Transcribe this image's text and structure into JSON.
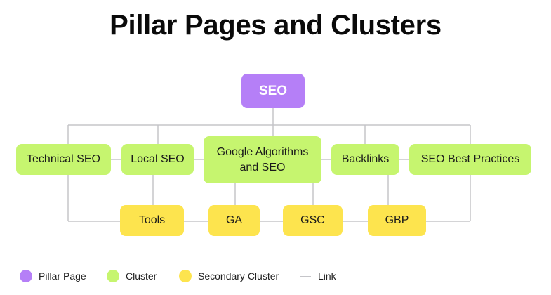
{
  "title": "Pillar Pages and Clusters",
  "colors": {
    "pillar": "#b57ff7",
    "cluster": "#c6f56f",
    "secondary": "#fde44e",
    "link": "#c5c5c9"
  },
  "nodes": {
    "pillar": {
      "label": "SEO",
      "type": "Pillar Page"
    },
    "clusters": [
      {
        "label": "Technical SEO"
      },
      {
        "label": "Local SEO"
      },
      {
        "label": "Google Algorithms and SEO"
      },
      {
        "label": "Backlinks"
      },
      {
        "label": "SEO Best Practices"
      }
    ],
    "secondary": [
      {
        "label": "Tools"
      },
      {
        "label": "GA"
      },
      {
        "label": "GSC"
      },
      {
        "label": "GBP"
      }
    ]
  },
  "links": [
    [
      "SEO",
      "Technical SEO"
    ],
    [
      "SEO",
      "Local SEO"
    ],
    [
      "SEO",
      "Google Algorithms and SEO"
    ],
    [
      "SEO",
      "Backlinks"
    ],
    [
      "SEO",
      "SEO Best Practices"
    ],
    [
      "Technical SEO",
      "Local SEO"
    ],
    [
      "Local SEO",
      "Google Algorithms and SEO"
    ],
    [
      "Google Algorithms and SEO",
      "Backlinks"
    ],
    [
      "Backlinks",
      "SEO Best Practices"
    ],
    [
      "Local SEO",
      "Tools"
    ],
    [
      "Google Algorithms and SEO",
      "GA"
    ],
    [
      "Google Algorithms and SEO",
      "GSC"
    ],
    [
      "Backlinks",
      "GBP"
    ],
    [
      "Technical SEO",
      "Tools"
    ],
    [
      "Tools",
      "GA"
    ],
    [
      "GA",
      "GSC"
    ],
    [
      "GSC",
      "GBP"
    ],
    [
      "GBP",
      "SEO Best Practices"
    ]
  ],
  "legend": [
    {
      "label": "Pillar Page",
      "kind": "pillar"
    },
    {
      "label": "Cluster",
      "kind": "cluster"
    },
    {
      "label": "Secondary Cluster",
      "kind": "secondary"
    },
    {
      "label": "Link",
      "kind": "link"
    }
  ]
}
